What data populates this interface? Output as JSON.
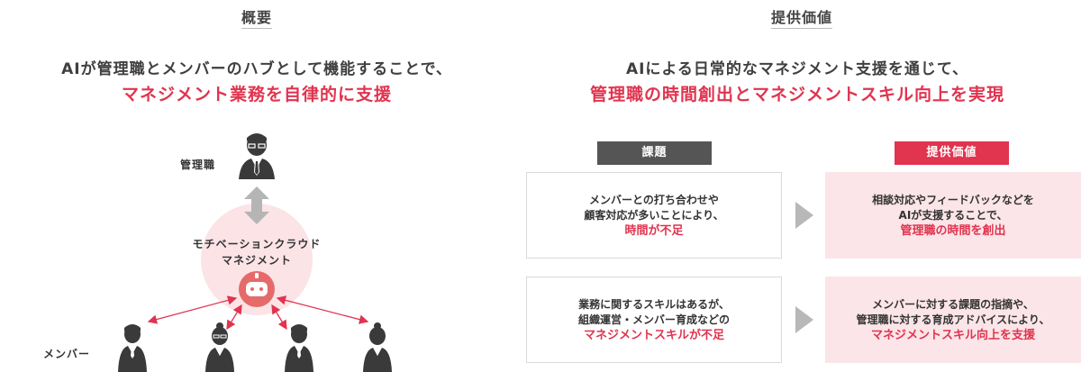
{
  "overview": {
    "title": "概要",
    "headline": "AIが管理職とメンバーのハブとして機能することで、",
    "headline_accent": "マネジメント業務を自律的に支援",
    "diagram": {
      "manager_label": "管理職",
      "hub_label_line1": "モチベーションクラウド",
      "hub_label_line2": "マネジメント",
      "member_label": "メンバー"
    }
  },
  "value": {
    "title": "提供価値",
    "headline": "AIによる日常的なマネジメント支援を通じて、",
    "headline_accent": "管理職の時間創出とマネジメントスキル向上を実現",
    "issue_header": "課題",
    "value_header": "提供価値",
    "rows": [
      {
        "issue_line1": "メンバーとの打ち合わせや",
        "issue_line2": "顧客対応が多いことにより、",
        "issue_accent": "時間が不足",
        "value_line1": "相談対応やフィードバックなどを",
        "value_line2": "AIが支援することで、",
        "value_accent": "管理職の時間を創出"
      },
      {
        "issue_line1": "業務に関するスキルはあるが、",
        "issue_line2": "組織運営・メンバー育成などの",
        "issue_accent": "マネジメントスキルが不足",
        "value_line1": "メンバーに対する課題の指摘や、",
        "value_line2": "管理職に対する育成アドバイスにより、",
        "value_accent": "マネジメントスキル向上を支援"
      }
    ]
  },
  "colors": {
    "accent": "#e0344f",
    "issue_header_bg": "#555555",
    "value_header_bg": "#e0344f",
    "value_card_bg": "#fbe5e8",
    "hub_circle": "#fbe3e6",
    "robot": "#e66a6a",
    "person": "#3a3a3a",
    "up_down_arrow": "#b5b5b5",
    "chevron": "#b8b8b8"
  }
}
